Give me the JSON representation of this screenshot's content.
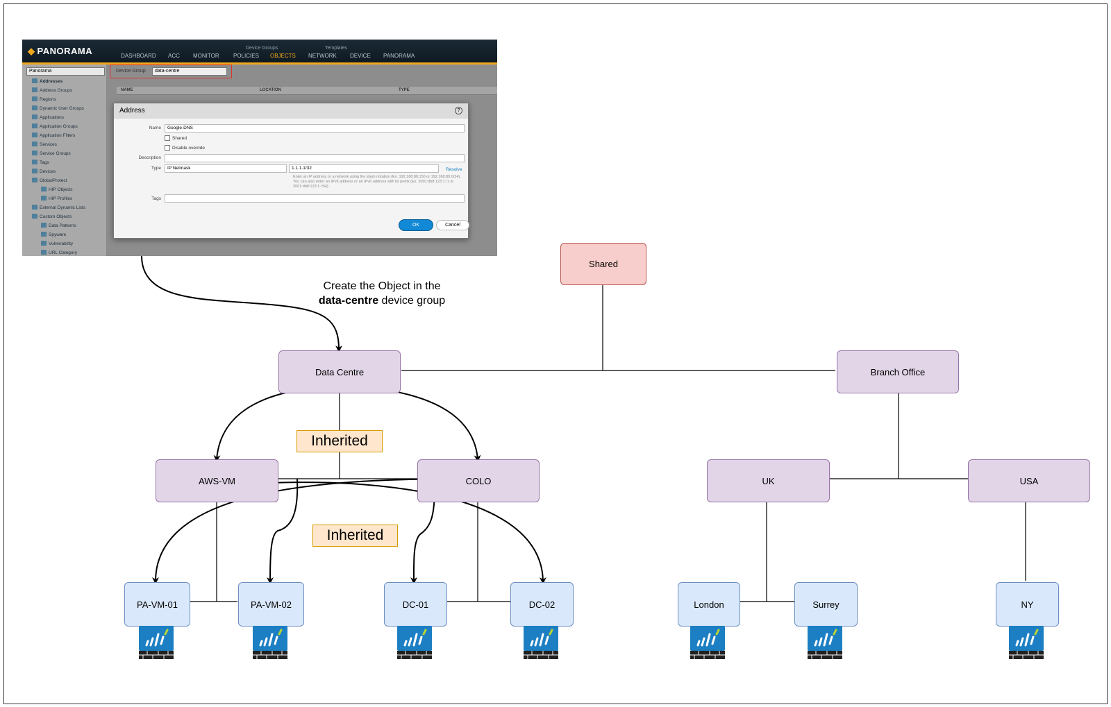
{
  "panorama": {
    "logo": "PANORAMA",
    "nav_group_device_groups": "Device Groups",
    "nav_group_templates": "Templates",
    "nav": [
      "DASHBOARD",
      "ACC",
      "MONITOR",
      "POLICIES",
      "OBJECTS",
      "NETWORK",
      "DEVICE",
      "PANORAMA"
    ],
    "context_select": "Panorama",
    "device_group_label": "Device Group",
    "device_group_value": "data-centre",
    "sidebar": [
      "Addresses",
      "Address Groups",
      "Regions",
      "Dynamic User Groups",
      "Applications",
      "Application Groups",
      "Application Filters",
      "Services",
      "Service Groups",
      "Tags",
      "Devices",
      "GlobalProtect",
      "HIP Objects",
      "HIP Profiles",
      "External Dynamic Lists",
      "Custom Objects",
      "Data Patterns",
      "Spyware",
      "Vulnerability",
      "URL Category"
    ],
    "columns": [
      "NAME",
      "LOCATION",
      "TYPE"
    ],
    "dialog": {
      "title": "Address",
      "name_label": "Name",
      "name_value": "Google-DNS",
      "shared_label": "Shared",
      "disable_override_label": "Disable override",
      "description_label": "Description",
      "type_label": "Type",
      "type_value": "IP Netmask",
      "ip_value": "1.1.1.1/32",
      "resolve": "Resolve",
      "hint": "Enter an IP address or a network using the slash notation (Ex. 192.168.80.150 or 192.168.80.0/24). You can also enter an IPv6 address or an IPv6 address with its prefix (Ex. 2001:db8:123:1::1 or 2001:db8:123:1::/64)",
      "tags_label": "Tags",
      "ok": "OK",
      "cancel": "Cancel"
    }
  },
  "caption": {
    "line1": "Create the Object in the",
    "bold": "data-centre",
    "rest": " device group"
  },
  "nodes": {
    "shared": "Shared",
    "data_centre": "Data Centre",
    "branch_office": "Branch Office",
    "aws_vm": "AWS-VM",
    "colo": "COLO",
    "uk": "UK",
    "usa": "USA",
    "pa_vm_01": "PA-VM-01",
    "pa_vm_02": "PA-VM-02",
    "dc_01": "DC-01",
    "dc_02": "DC-02",
    "london": "London",
    "surrey": "Surrey",
    "ny": "NY"
  },
  "tags": {
    "inherited_1": "Inherited",
    "inherited_2": "Inherited"
  },
  "colors": {
    "shared_fill": "#f8cecc",
    "group_fill": "#e1d5e7",
    "firewall_fill": "#dae8fc",
    "tag_fill": "#ffe6cc",
    "panorama_accent": "#f0a81c"
  }
}
